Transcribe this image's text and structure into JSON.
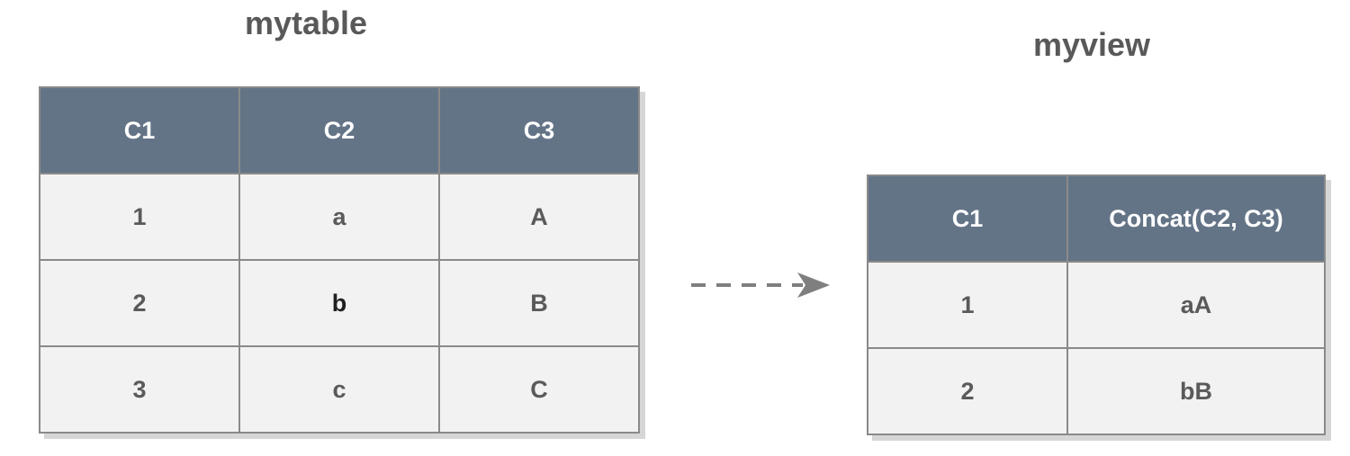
{
  "left_table": {
    "title": "mytable",
    "headers": [
      "C1",
      "C2",
      "C3"
    ],
    "rows": [
      [
        "1",
        "a",
        "A"
      ],
      [
        "2",
        "b",
        "B"
      ],
      [
        "3",
        "c",
        "C"
      ]
    ]
  },
  "right_table": {
    "title": "myview",
    "headers": [
      "C1",
      "Concat(C2, C3)"
    ],
    "rows": [
      [
        "1",
        "aA"
      ],
      [
        "2",
        "bB"
      ]
    ]
  },
  "colors": {
    "header_bg": "#647487",
    "header_text": "#ffffff",
    "cell_bg": "#f2f2f2",
    "cell_text": "#5a5a5a",
    "border": "#8a8a8a",
    "title_text": "#595959",
    "arrow": "#7f7f7f"
  },
  "connector": {
    "icon": "dashed-arrow-right-icon",
    "style": "dashed"
  }
}
